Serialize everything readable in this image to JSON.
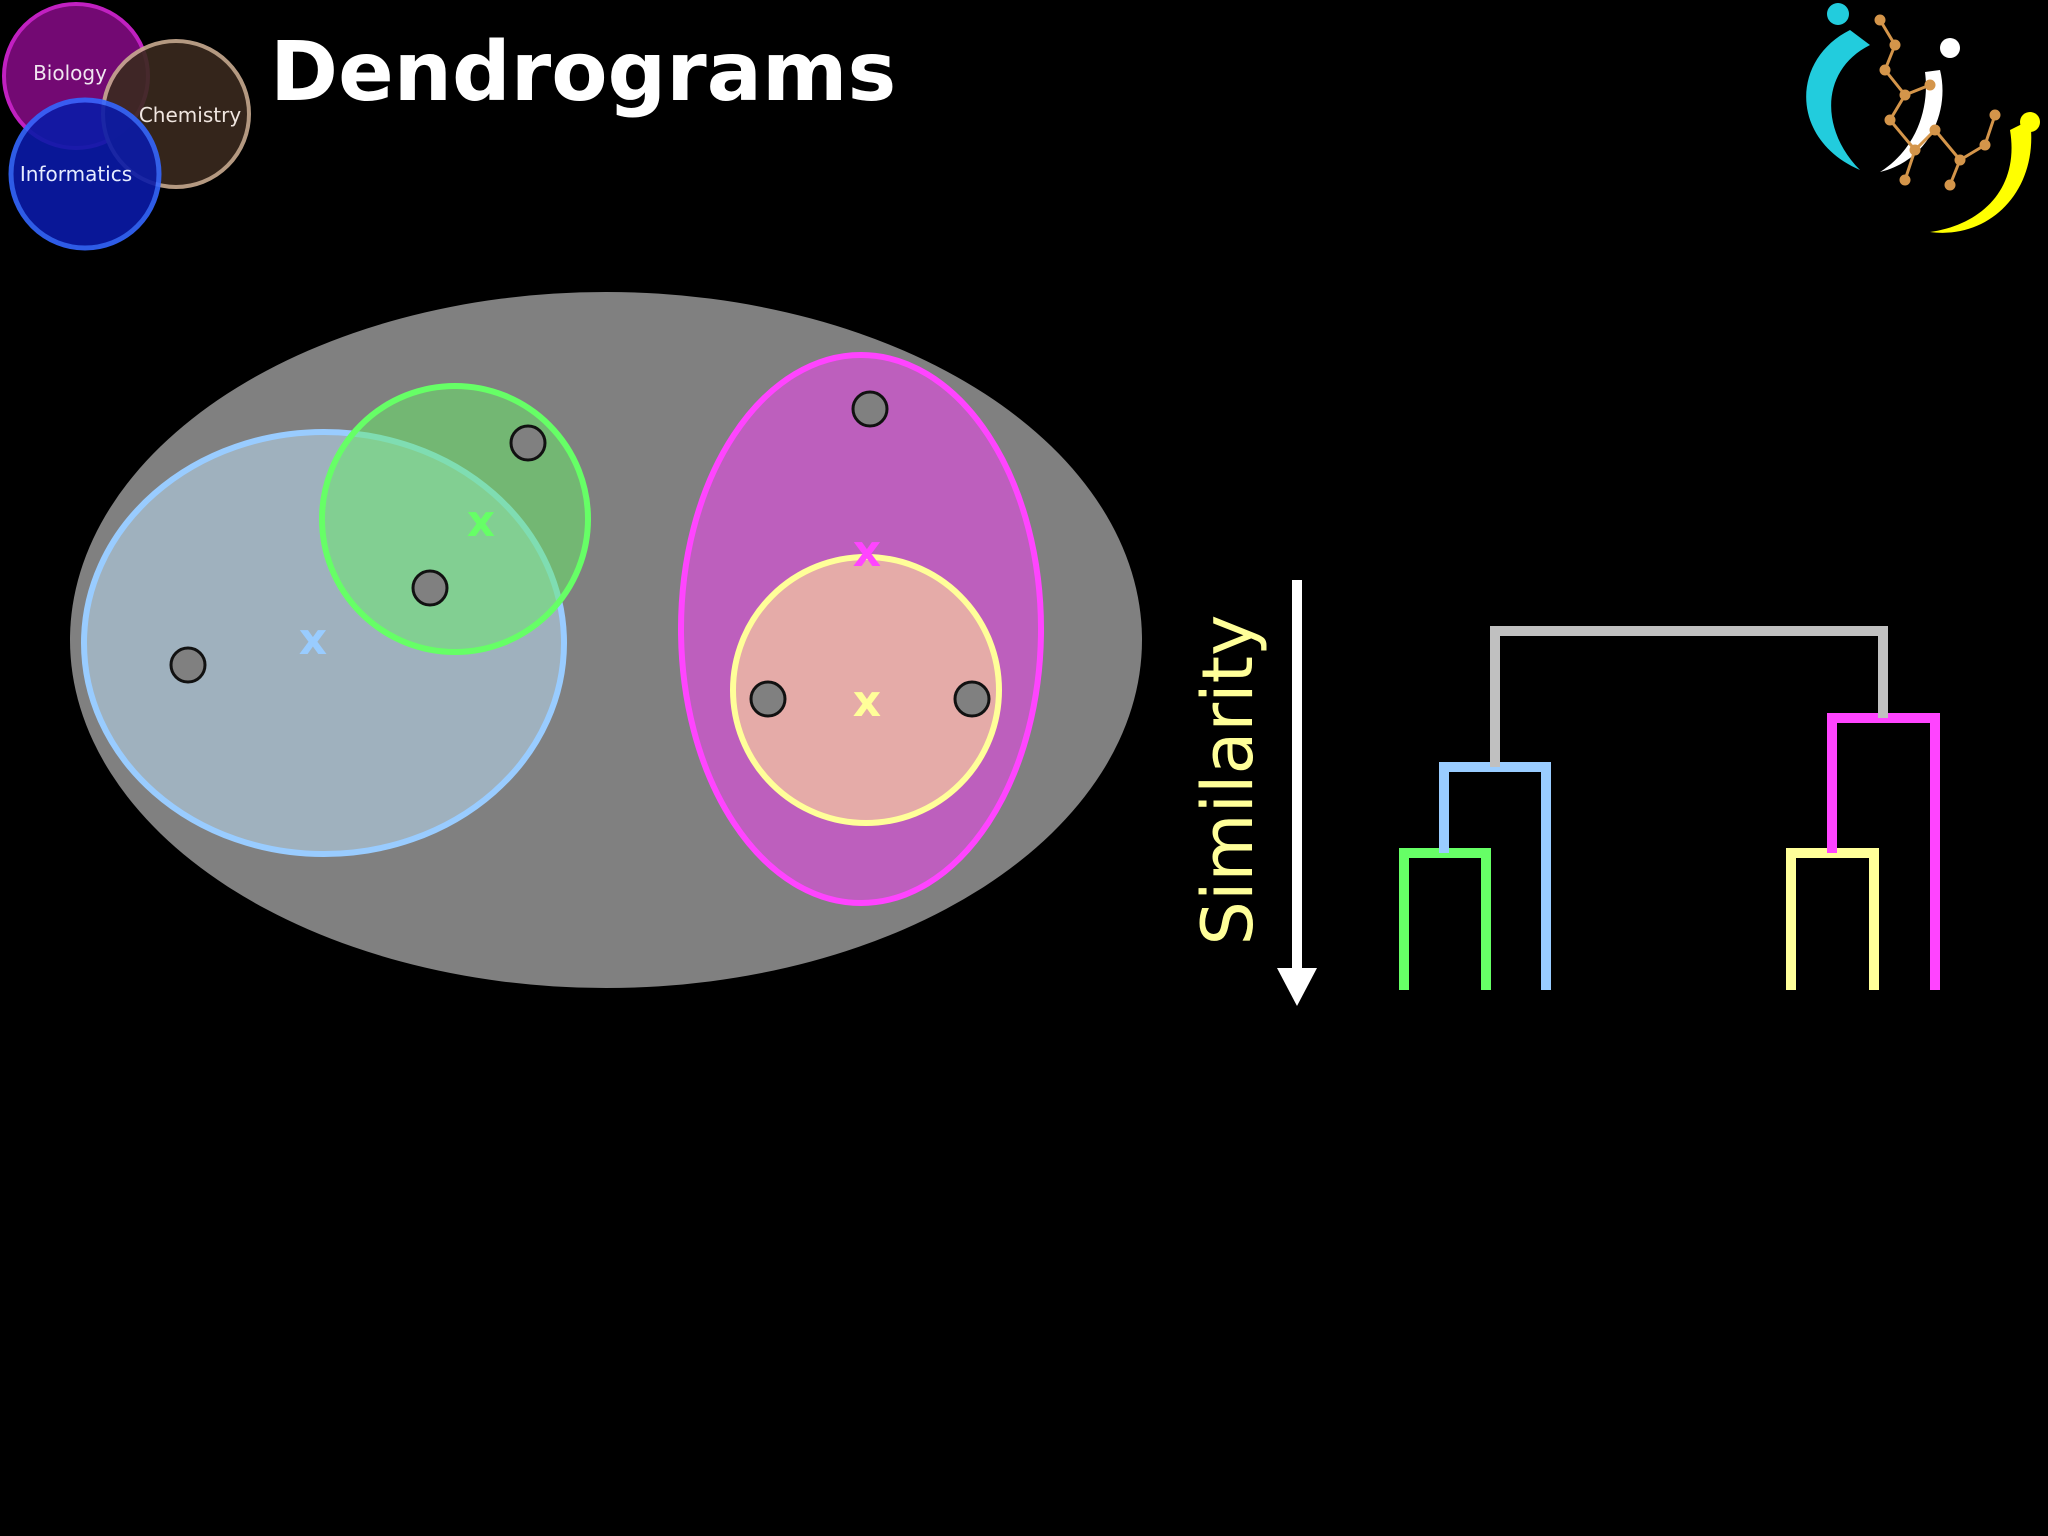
{
  "slide": {
    "title": "Dendrograms"
  },
  "logo_left": {
    "circles": [
      {
        "label": "Biology",
        "color": "#cc22cc"
      },
      {
        "label": "Chemistry",
        "color": "#7a5a44"
      },
      {
        "label": "Informatics",
        "color": "#2244ee"
      }
    ]
  },
  "diagram": {
    "cluster_markers": {
      "blue": "x",
      "green": "x",
      "magenta": "x",
      "yellow": "x"
    },
    "colors": {
      "outer": "#808080",
      "blue": "#99ccff",
      "green": "#66ff66",
      "magenta": "#ff44ff",
      "yellow": "#ffff99",
      "gray_link": "#c0c0c0"
    }
  },
  "dendrogram": {
    "axis_label": "Similarity",
    "axis_label_color": "#ffff99"
  }
}
